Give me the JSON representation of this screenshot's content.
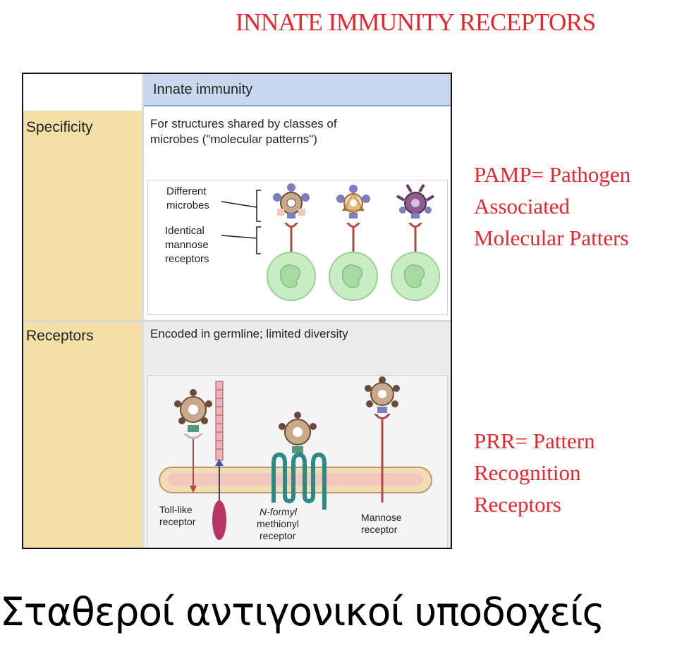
{
  "title": "INNATE IMMUNITY RECEPTORS",
  "table": {
    "column_header": "Innate immunity",
    "rows": [
      {
        "label": "Specificity",
        "text_line1": "For structures shared by classes of",
        "text_line2": "microbes (\"molecular patterns\")",
        "diagram_labels": {
          "different_microbes_1": "Different",
          "different_microbes_2": "microbes",
          "identical_receptors_1": "Identical",
          "identical_receptors_2": "mannose",
          "identical_receptors_3": "receptors"
        }
      },
      {
        "label": "Receptors",
        "text_line1": "Encoded in germline; limited diversity",
        "diagram_labels": {
          "toll_1": "Toll-like",
          "toll_2": "receptor",
          "nformyl_1": "N-formyl",
          "nformyl_2": "methionyl",
          "nformyl_3": "receptor",
          "mannose_1": "Mannose",
          "mannose_2": "receptor"
        }
      }
    ]
  },
  "notes": {
    "pamp": [
      "PAMP= Pathogen",
      "Associated",
      "Molecular Patters"
    ],
    "prr": [
      "PRR= Pattern",
      "Recognition",
      "Receptors"
    ]
  },
  "footer": "Σταθεροί αντιγονικοί υποδοχείς",
  "colors": {
    "accent_red": "#e8262c",
    "label_column": "#f4dfa6",
    "header_blue": "#c7d8ef",
    "cell_green": "#c8ecc4",
    "receptor_red": "#b5483c",
    "receptor_purple": "#7b7fc0"
  }
}
